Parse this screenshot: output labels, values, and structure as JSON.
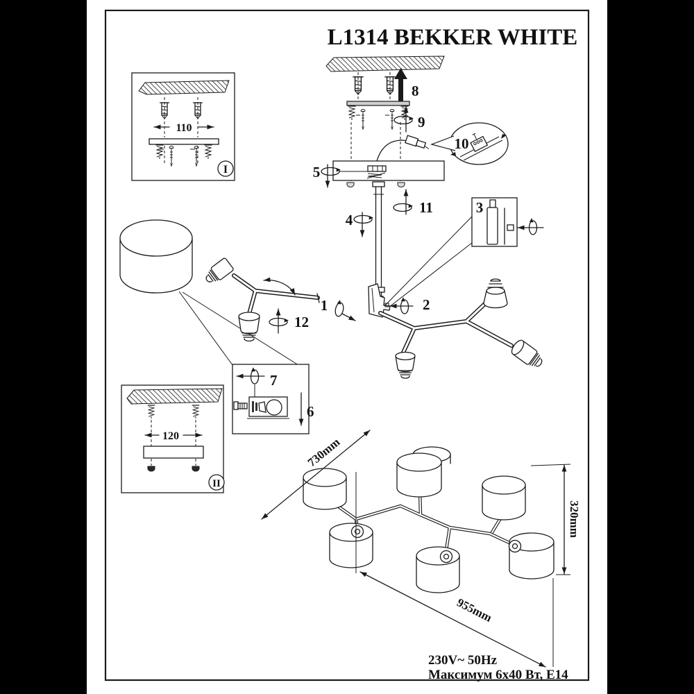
{
  "document": {
    "title": "L1314 BEKKER WHITE"
  },
  "steps": {
    "s1": "1",
    "s2": "2",
    "s3": "3",
    "s4": "4",
    "s5": "5",
    "s6": "6",
    "s7": "7",
    "s8": "8",
    "s9": "9",
    "s10": "10",
    "s11": "11",
    "s12": "12"
  },
  "insets": {
    "first": {
      "numeral": "I",
      "dimension": "110"
    },
    "second": {
      "numeral": "II",
      "dimension": "120"
    }
  },
  "overall_dimensions": {
    "width": "730mm",
    "height": "320mm",
    "length": "955mm"
  },
  "electrical": {
    "voltage_frequency": "230V~ 50Hz",
    "max_power": "Максимум 6x40 Вт, E14"
  }
}
